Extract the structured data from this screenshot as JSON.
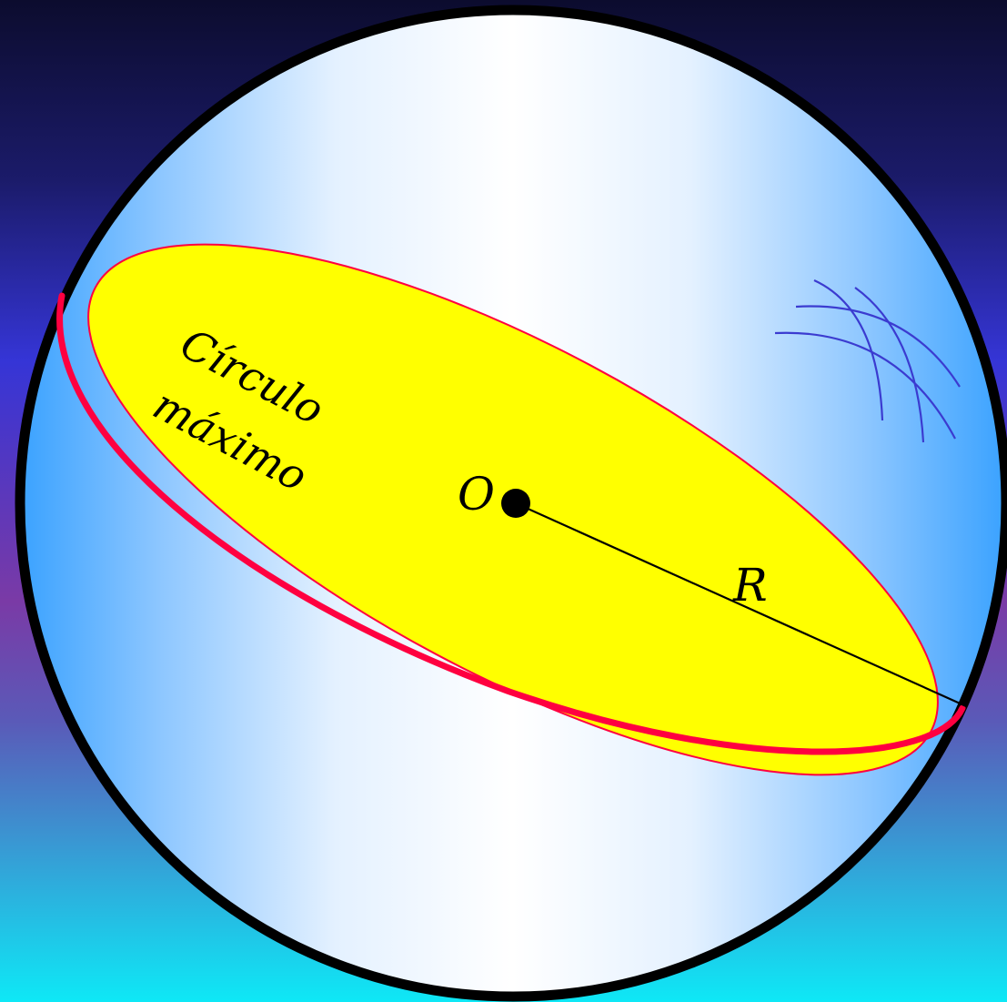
{
  "labels": {
    "great_circle_line1": "Círculo",
    "great_circle_line2": "máximo",
    "center": "O",
    "radius": "R"
  },
  "colors": {
    "background_top": "#0c0c2e",
    "background_upper": "#1b1b6a",
    "background_mid_high": "#3535d6",
    "background_mid": "#7a3aa6",
    "background_mid_low": "#5a5ab8",
    "background_bottom": "#0ee8f6",
    "sphere_edge": "#3aa2ff",
    "sphere_center": "#ffffff",
    "sphere_outline": "#000000",
    "great_circle_fill": "#ffff00",
    "great_circle_outline": "#ff0040",
    "meridian_lines": "#3b3bd0",
    "radius_line": "#000000",
    "center_point": "#000000"
  }
}
